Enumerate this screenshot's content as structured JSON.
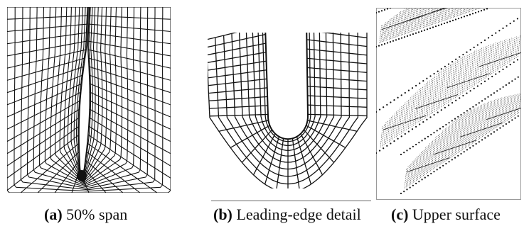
{
  "figure": {
    "panels": [
      {
        "id": "a",
        "letter": "(a)",
        "caption": " 50% span",
        "grid_description": "radial O-mesh around blade cross-section"
      },
      {
        "id": "b",
        "letter": "(b)",
        "caption": " Leading-edge detail",
        "grid_description": "U-shaped mesh around blade leading edge"
      },
      {
        "id": "c",
        "letter": "(c)",
        "caption": " Upper surface",
        "grid_description": "dense surface grid on three oblique blade strips"
      }
    ]
  }
}
